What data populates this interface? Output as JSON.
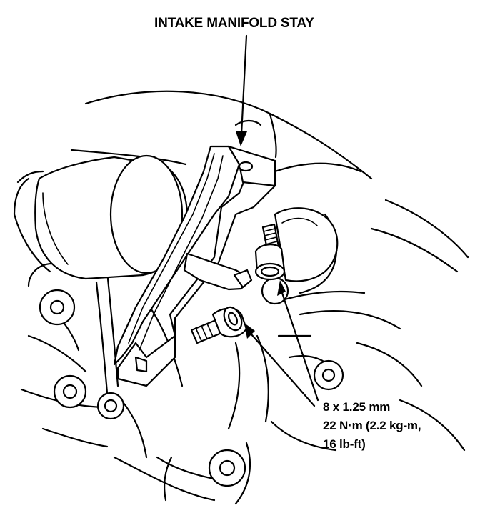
{
  "labels": {
    "part_name": "INTAKE MANIFOLD STAY",
    "bolt_size": "8 x 1.25 mm",
    "torque_metric": "22 N·m (2.2 kg-m,",
    "torque_imperial": "16 lb-ft)"
  },
  "colors": {
    "line": "#000000",
    "background": "#ffffff"
  }
}
